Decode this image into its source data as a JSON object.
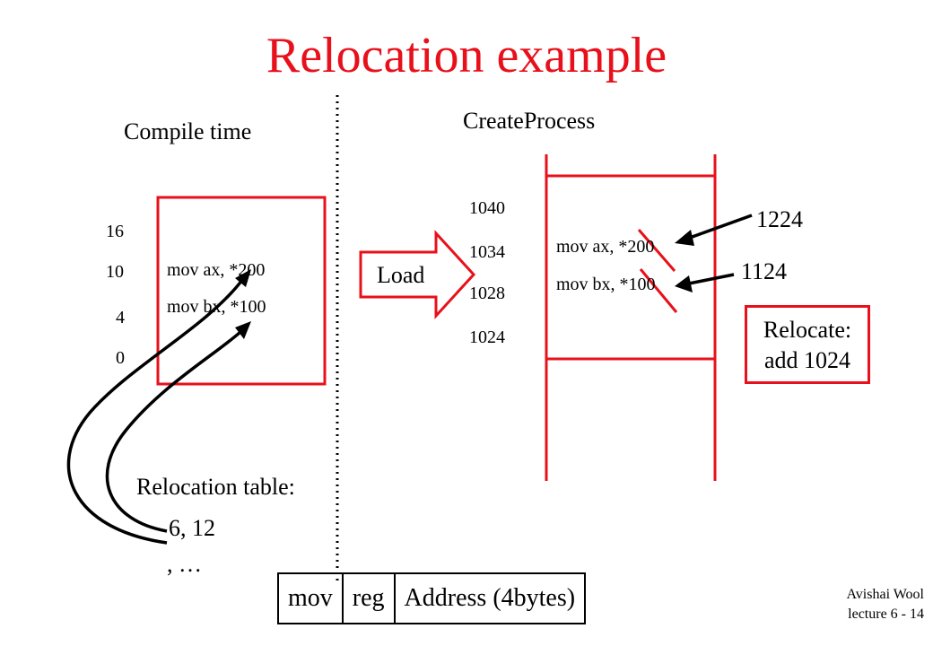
{
  "slide": {
    "title": "Relocation example",
    "compile_heading": "Compile time",
    "create_heading": "CreateProcess",
    "compile_addresses": [
      "16",
      "10",
      "4",
      "0"
    ],
    "compile_code": [
      "mov ax, *200",
      "mov bx, *100"
    ],
    "load_label": "Load",
    "process_addresses": [
      "1040",
      "1034",
      "1028",
      "1024"
    ],
    "process_code": [
      "mov ax, *200",
      "mov bx, *100"
    ],
    "new_values": [
      "1224",
      "1124"
    ],
    "relocate_text": [
      "Relocate:",
      "add 1024"
    ],
    "reloc_table_label": "Relocation table:",
    "reloc_table_entries": [
      "6, 12",
      ", …"
    ],
    "instruction_format": [
      "mov",
      "reg",
      "Address (4bytes)"
    ],
    "footer": [
      "Avishai Wool",
      "lecture 6  - 14"
    ]
  },
  "colors": {
    "accent": "#e8101a",
    "ink": "#000000"
  }
}
